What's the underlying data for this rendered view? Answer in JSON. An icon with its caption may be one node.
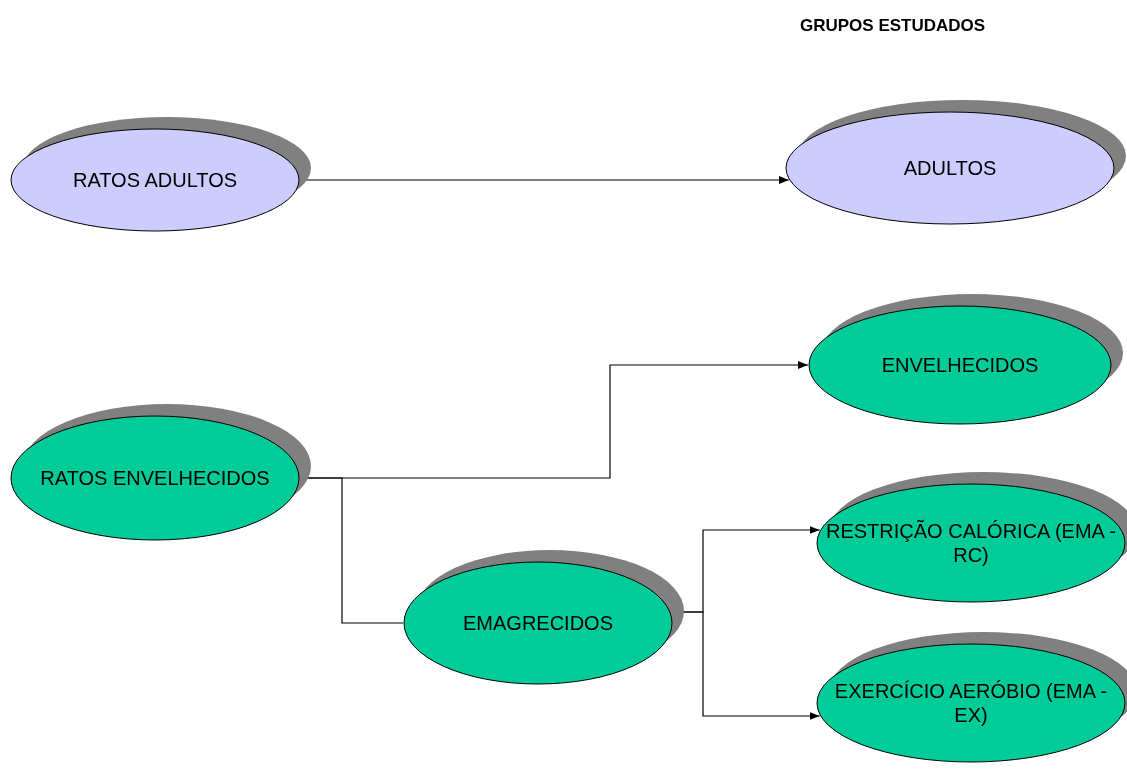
{
  "diagram": {
    "title": "GRUPOS ESTUDADOS",
    "nodes": [
      {
        "text": [
          "RATOS ADULTOS"
        ]
      },
      {
        "text": [
          "ADULTOS"
        ]
      },
      {
        "text": [
          "RATOS ENVELHECIDOS"
        ]
      },
      {
        "text": [
          "ENVELHECIDOS"
        ]
      },
      {
        "text": [
          "EMAGRECIDOS"
        ]
      },
      {
        "text": [
          "RESTRIÇÃO CALÓRICA (EMA - RC)"
        ]
      },
      {
        "text": [
          "EXERCÍCIO AERÓBIO (EMA - EX)"
        ]
      }
    ],
    "edges": [
      {
        "from": 0,
        "to": 1,
        "arrow": "to"
      },
      {
        "from": 2,
        "to": 3,
        "arrow": "to"
      },
      {
        "from": 2,
        "to": 4,
        "arrow": "none"
      },
      {
        "from": 4,
        "to": 5,
        "arrow": "to"
      },
      {
        "from": 4,
        "to": 6,
        "arrow": "to"
      }
    ]
  }
}
